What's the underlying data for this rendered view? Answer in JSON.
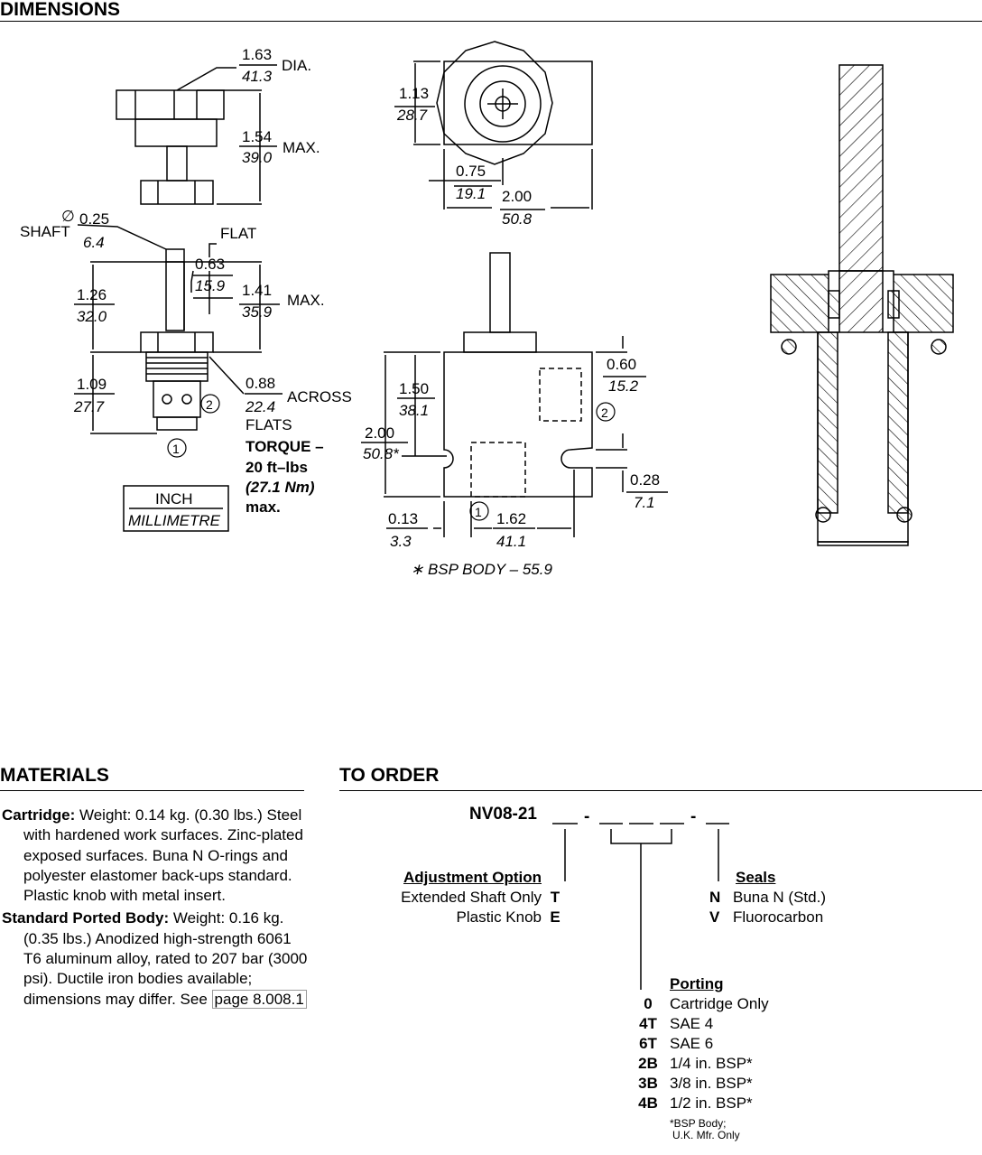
{
  "dimensions": {
    "heading": "DIMENSIONS",
    "labels": {
      "knob_dia_in": "1.63",
      "knob_dia_mm": "41.3",
      "dia": "DIA.",
      "knob_h_in": "1.54",
      "knob_h_mm": "39.0",
      "max1": "MAX.",
      "body_w_in": "1.13",
      "body_w_mm": "28.7",
      "off_in": "0.75",
      "off_mm": "19.1",
      "w2_in": "2.00",
      "w2_mm": "50.8",
      "shaft": "SHAFT",
      "shaft_in": "0.25",
      "shaft_mm": "6.4",
      "flat": "FLAT",
      "flat_in": "0.63",
      "flat_mm": "15.9",
      "ext_in": "1.26",
      "ext_mm": "32.0",
      "max_in": "1.41",
      "max_mm": "35.9",
      "max2": "MAX.",
      "cart_in": "1.09",
      "cart_mm": "27.7",
      "af_in": "0.88",
      "af_mm": "22.4",
      "across": "ACROSS",
      "flats": "FLATS",
      "torque1": "TORQUE –",
      "torque2": "20 ft–lbs",
      "torque3": "(27.1 Nm)",
      "torque4": "max.",
      "unit_inch": "INCH",
      "unit_mm": "MILLIMETRE",
      "p060_in": "0.60",
      "p060_mm": "15.2",
      "p150_in": "1.50",
      "p150_mm": "38.1",
      "p200_in": "2.00",
      "p200_mm": "50.8*",
      "p028_in": "0.28",
      "p028_mm": "7.1",
      "p013_in": "0.13",
      "p013_mm": "3.3",
      "p162_in": "1.62",
      "p162_mm": "41.1",
      "port1": "1",
      "port2": "2",
      "bsp_note": "∗ BSP BODY – 55.9"
    }
  },
  "materials": {
    "heading": "MATERIALS",
    "cartridge_label": "Cartridge:",
    "cartridge_text": "Weight: 0.14 kg. (0.30 lbs.) Steel with hardened work surfaces. Zinc-plated exposed surfaces. Buna N O-rings and polyester elastomer back-ups standard. Plastic knob with metal insert.",
    "body_label": "Standard Ported Body:",
    "body_text": "Weight: 0.16 kg. (0.35 lbs.) Anodized high-strength 6061 T6 aluminum alloy, rated to 207 bar (3000 psi). Ductile iron bodies available; dimensions may differ. See",
    "page_link": "page 8.008.1"
  },
  "to_order": {
    "heading": "TO ORDER",
    "model_code": "NV08-21",
    "adjustment": {
      "title": "Adjustment Option",
      "options": [
        {
          "label": "Extended Shaft Only",
          "code": "T"
        },
        {
          "label": "Plastic Knob",
          "code": "E"
        }
      ]
    },
    "seals": {
      "title": "Seals",
      "options": [
        {
          "code": "N",
          "label": "Buna N (Std.)"
        },
        {
          "code": "V",
          "label": "Fluorocarbon"
        }
      ]
    },
    "porting": {
      "title": "Porting",
      "options": [
        {
          "code": "0",
          "label": "Cartridge Only"
        },
        {
          "code": "4T",
          "label": "SAE 4"
        },
        {
          "code": "6T",
          "label": "SAE 6"
        },
        {
          "code": "2B",
          "label": "1/4 in. BSP*"
        },
        {
          "code": "3B",
          "label": "3/8 in. BSP*"
        },
        {
          "code": "4B",
          "label": "1/2 in. BSP*"
        }
      ],
      "note1": "*BSP Body;",
      "note2": "U.K. Mfr. Only"
    }
  }
}
